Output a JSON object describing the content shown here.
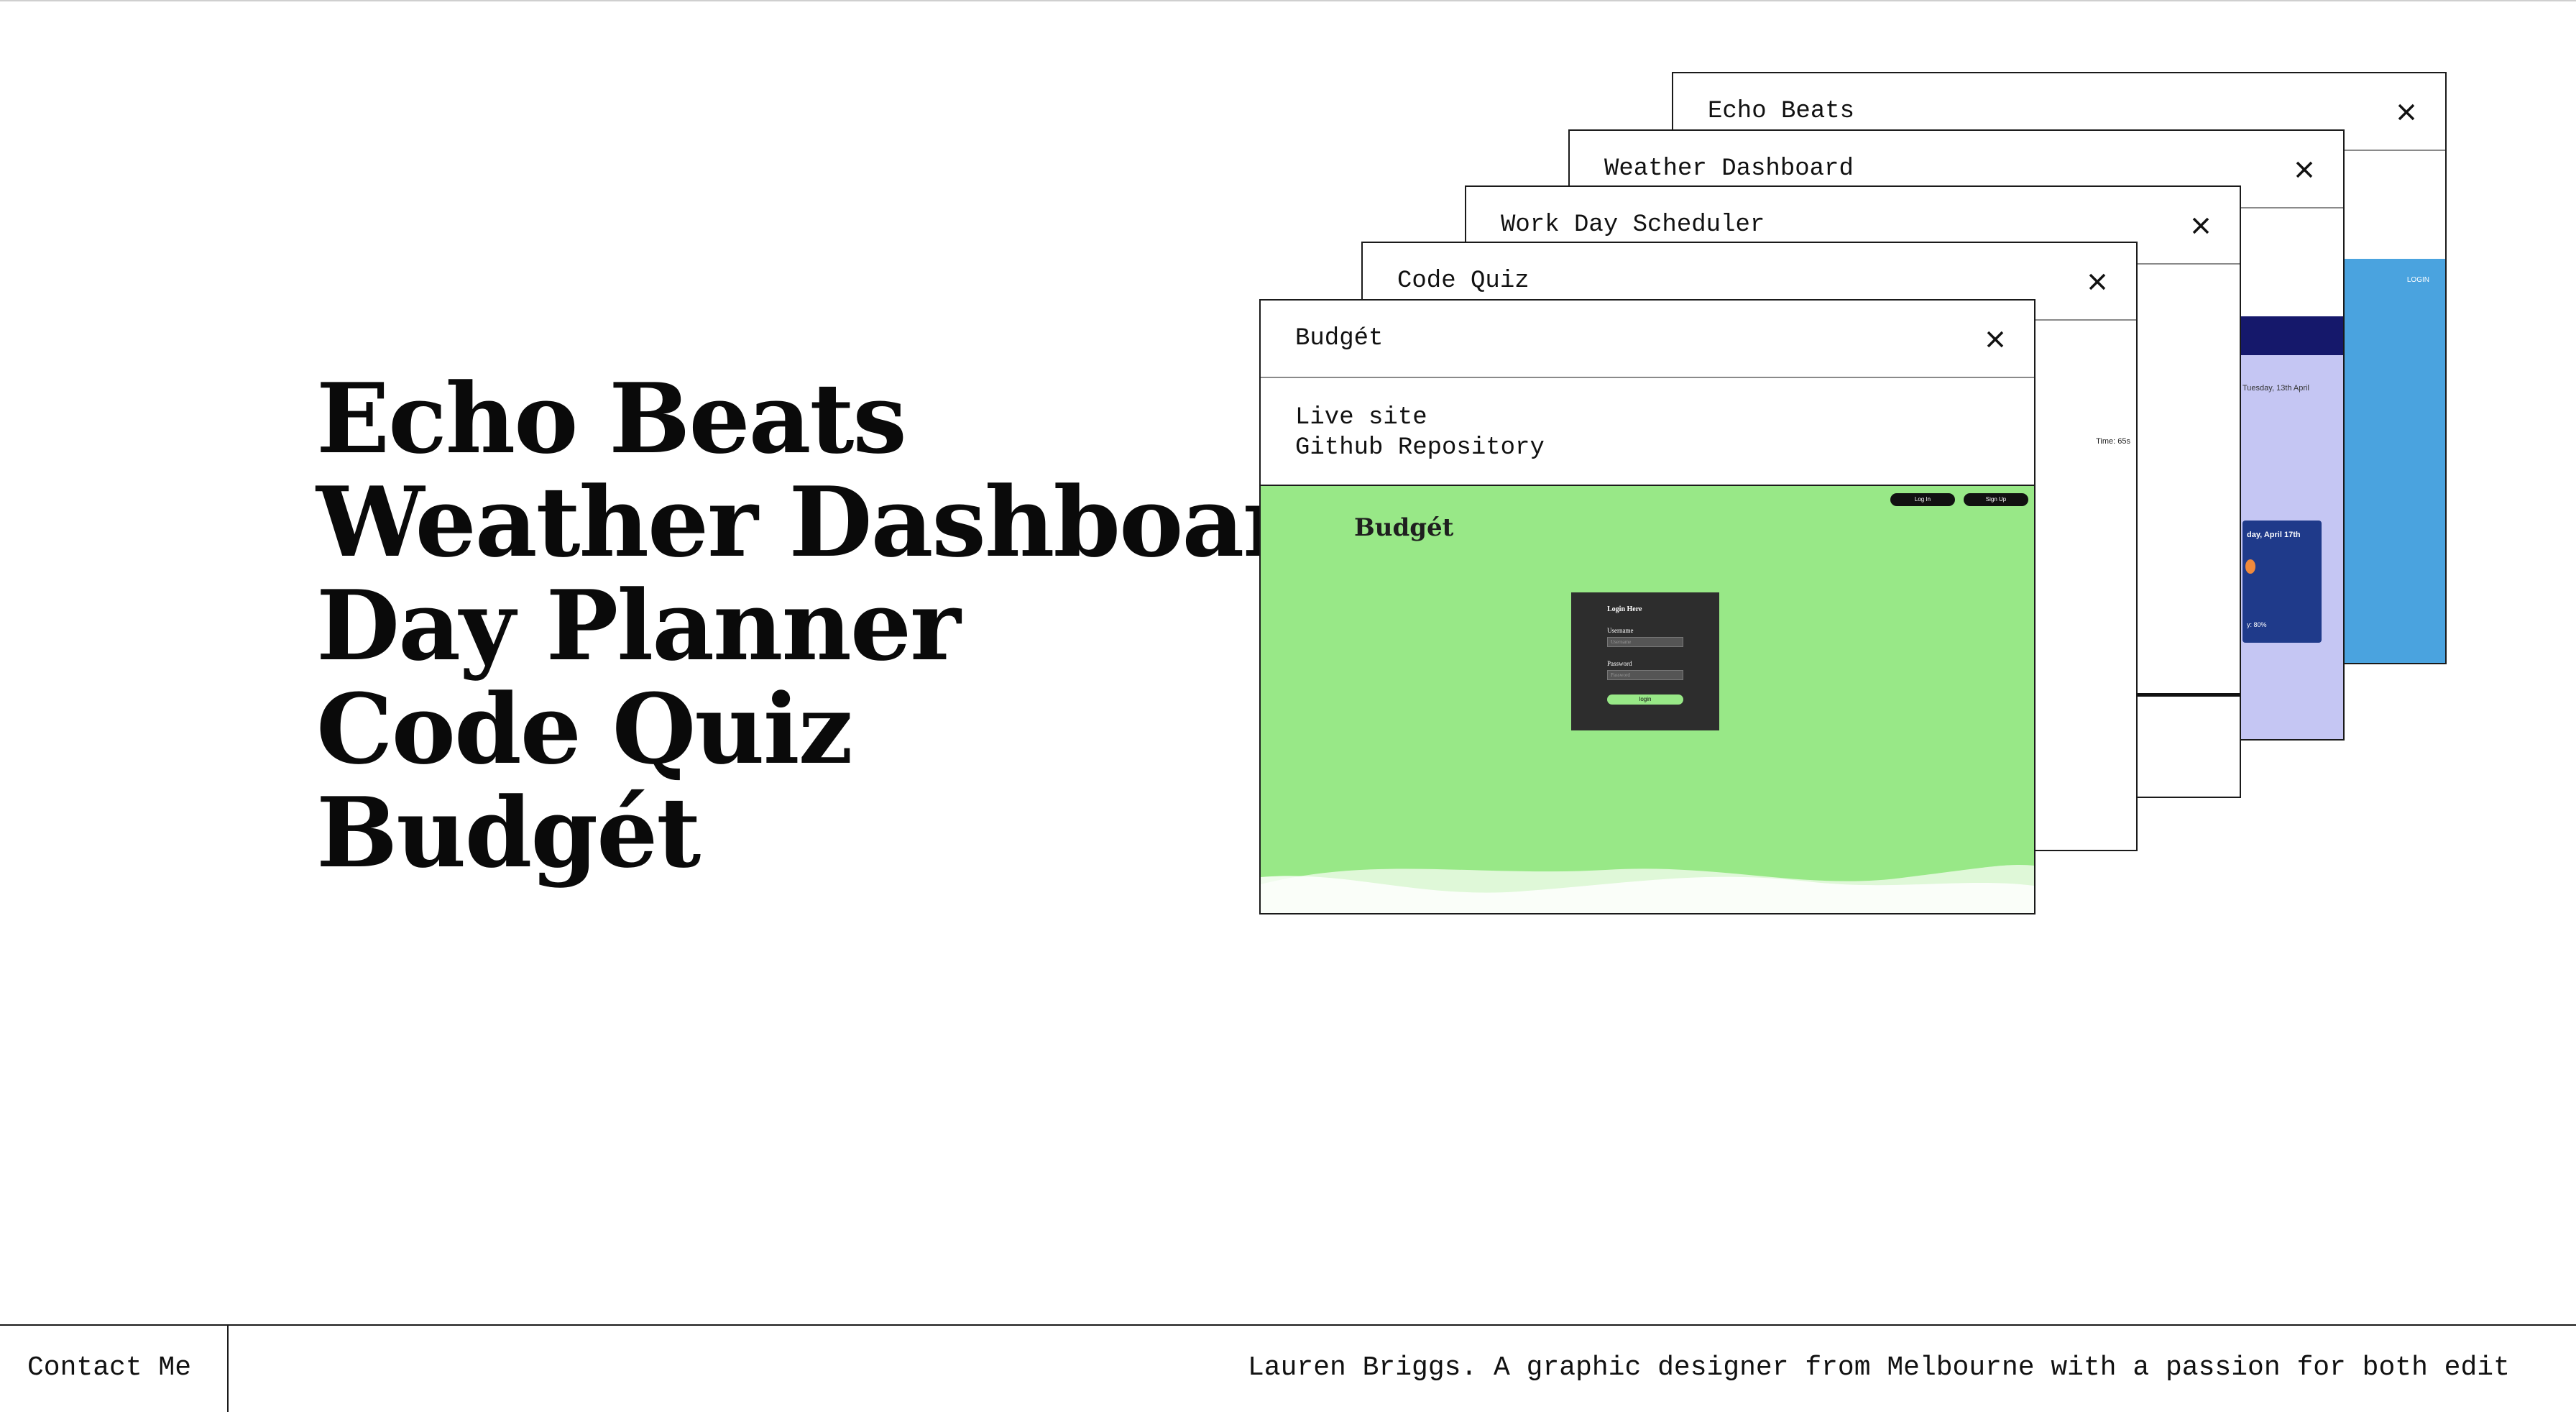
{
  "projects": {
    "items": [
      "Echo Beats",
      "Weather Dashboard",
      "Day Planner",
      "Code Quiz",
      "Budgét"
    ]
  },
  "windows": {
    "echo_beats": {
      "title": "Echo Beats",
      "login_label": "LOGIN",
      "accent": "#4aa3df"
    },
    "weather_dashboard": {
      "title": "Weather Dashboard",
      "date_text": "Tuesday, 13th April",
      "card_title": "day, April 17th",
      "card_text": "y: 80%",
      "bg": "#c5c6f3",
      "header_bg": "#15186b",
      "card_bg": "#1f3a8a"
    },
    "work_day_scheduler": {
      "title": "Work Day Scheduler"
    },
    "code_quiz": {
      "title": "Code Quiz",
      "timer_text": "Time: 65s"
    },
    "budget": {
      "title": "Budgét",
      "live_site": "Live site",
      "github": "Github Repository",
      "preview": {
        "logo": "Budgét",
        "login_btn": "Log In",
        "signup_btn": "Sign Up",
        "form_title": "Login Here",
        "username_label": "Username",
        "username_placeholder": "Username",
        "password_label": "Password",
        "password_placeholder": "Password",
        "submit": "login",
        "bg": "#98e887"
      }
    }
  },
  "footer": {
    "contact": "Contact Me",
    "tagline": "Lauren Briggs. A graphic designer from Melbourne with a passion for both edit"
  },
  "icons": {
    "close": "close-icon"
  }
}
